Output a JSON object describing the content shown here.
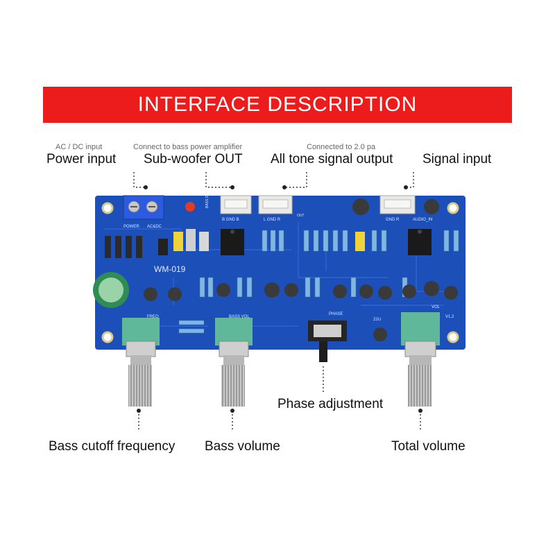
{
  "banner": {
    "title": "INTERFACE DESCRIPTION"
  },
  "callouts": {
    "power_input": {
      "sub": "AC / DC input",
      "label": "Power input"
    },
    "subwoofer_out": {
      "sub": "Connect to bass power amplifier",
      "label": "Sub-woofer OUT"
    },
    "all_tone_output": {
      "sub": "Connected to 2.0 pa",
      "label": "All tone signal output"
    },
    "signal_input": {
      "label": "Signal input"
    },
    "phase_adjustment": {
      "label": "Phase adjustment"
    },
    "bass_cutoff": {
      "label": "Bass cutoff frequency"
    },
    "bass_volume": {
      "label": "Bass volume"
    },
    "total_volume": {
      "label": "Total volume"
    }
  },
  "board": {
    "model": "WM-019",
    "silkscreen": {
      "power": "POWER",
      "acdc": "AC&DC",
      "bass_out": "BASS OUT",
      "bass_out_pins": "B  GND  B",
      "out_pins": "L  GND  R",
      "in_pins": "GND  R",
      "audio_in": "AUDIO_IN",
      "freq": "FREQ",
      "bass_vol": "BASS VOL",
      "phase": "PHASE",
      "cap": "22U",
      "vol": "VOL",
      "v12": "V1.2",
      "out": "OUT"
    },
    "colors": {
      "pcb": "#1c4fb8",
      "pot_body": "#5fb89a",
      "connector": "#e9e9e6",
      "banner": "#ec1c1c"
    }
  }
}
